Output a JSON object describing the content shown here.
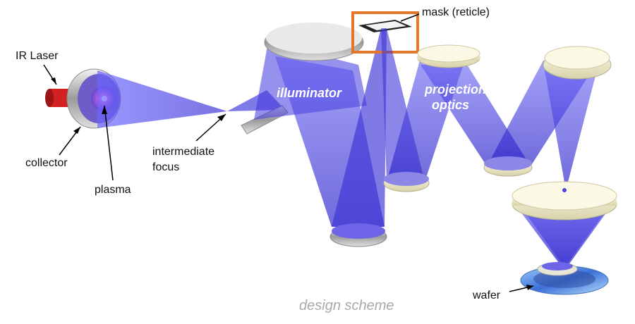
{
  "labels": {
    "ir_laser": "IR Laser",
    "collector": "collector",
    "plasma": "plasma",
    "intermediate_focus_line1": "intermediate",
    "intermediate_focus_line2": "focus",
    "illuminator": "illuminator",
    "mask": "mask (reticle)",
    "projection_line1": "projection",
    "projection_line2": "optics",
    "wafer": "wafer"
  },
  "caption": "design scheme",
  "colors": {
    "beam": "#3a2fd6",
    "mask_box": "#e2762a",
    "laser_red": "#d32020",
    "plasma_pink": "#ff4fd8",
    "mirror_gray": "#b9b9b9",
    "lens_cream": "#efeac8",
    "caption_gray": "#a9a9a9"
  }
}
